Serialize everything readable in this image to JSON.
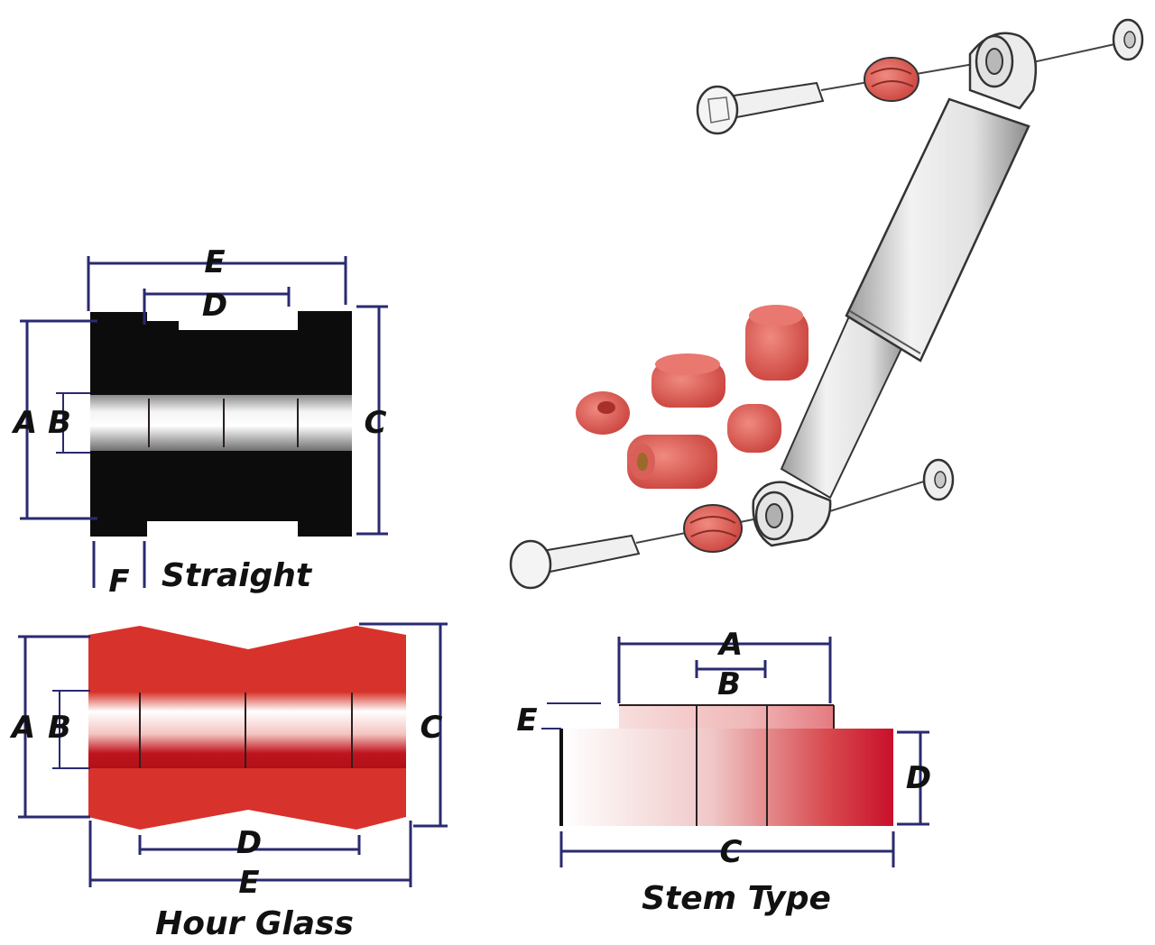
{
  "straight": {
    "caption": "Straight",
    "labels": {
      "a": "A",
      "b": "B",
      "c": "C",
      "d": "D",
      "e": "E",
      "f": "F"
    }
  },
  "hour_glass": {
    "caption": "Hour Glass",
    "labels": {
      "a": "A",
      "b": "B",
      "c": "C",
      "d": "D",
      "e": "E"
    }
  },
  "stem_type": {
    "caption": "Stem Type",
    "labels": {
      "a": "A",
      "b": "B",
      "c": "C",
      "d": "D",
      "e": "E"
    }
  },
  "colors": {
    "black_rubber": "#0c0c0c",
    "red_urethane": "#d8322c",
    "dimension_line": "#2a2a70",
    "shock_body": "#e6e6e6"
  }
}
